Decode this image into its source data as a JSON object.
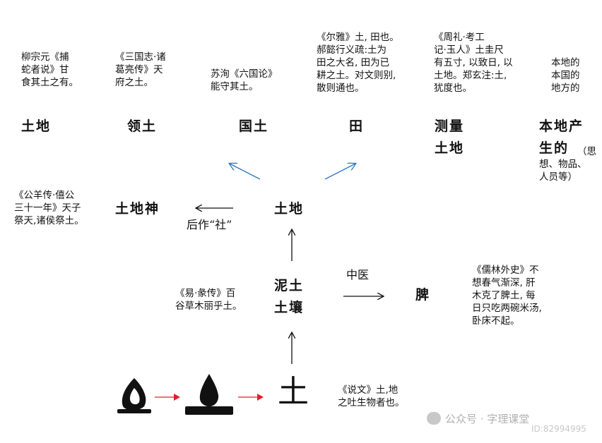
{
  "notes": {
    "liu": "柳宗元《捕\n蛇者说》甘\n食其土之有。",
    "sanguo": "《三国志·诸\n葛亮传》天\n府之土。",
    "suxun": "苏洵《六国论》\n能守其土。",
    "erya": "《尔雅》土, 田也。\n郝懿行义疏:土为\n田之大名, 田为已\n耕之土。对文则别,\n散则通也。",
    "zhouli": "《周礼·考工\n记·玉人》土圭尺\n有五寸, 以致日, 以\n土地。郑玄注:土,\n犹度也。",
    "bendi": "本地的\n本国的\n地方的",
    "gongyang": "《公羊传·僖公\n三十一年》天子\n祭天,诸侯祭土。",
    "yi": "《易·彖传》百\n谷草木丽乎土。",
    "rulin": "《儒林外史》不\n想春气渐深, 肝\n木克了脾土, 每\n日只吃两碗米汤,\n卧床不起。",
    "shuowen": "《说文》土,地\n之吐生物者也。"
  },
  "terms": {
    "tudi_top": "土地",
    "lingtu": "领土",
    "guotu": "国土",
    "tian": "田",
    "celiang": "测量\n土地",
    "bendi_produce": "本地产\n生的",
    "bendi_produce_note": "（思\n想、物品、\n人员等）",
    "tudishen": "土地神",
    "tudi_center": "土地",
    "nitu": "泥土\n土壤",
    "pi": "脾",
    "tu_char": "土"
  },
  "edge_labels": {
    "houzuo": "后作“社”",
    "zhongyi": "中医"
  },
  "colors": {
    "blue_arrow": "#2e78c4",
    "red_arrow": "#e0202a",
    "black": "#111111"
  },
  "watermark": {
    "account": "公众号 · 字理课堂",
    "id": "ID:82994995"
  }
}
